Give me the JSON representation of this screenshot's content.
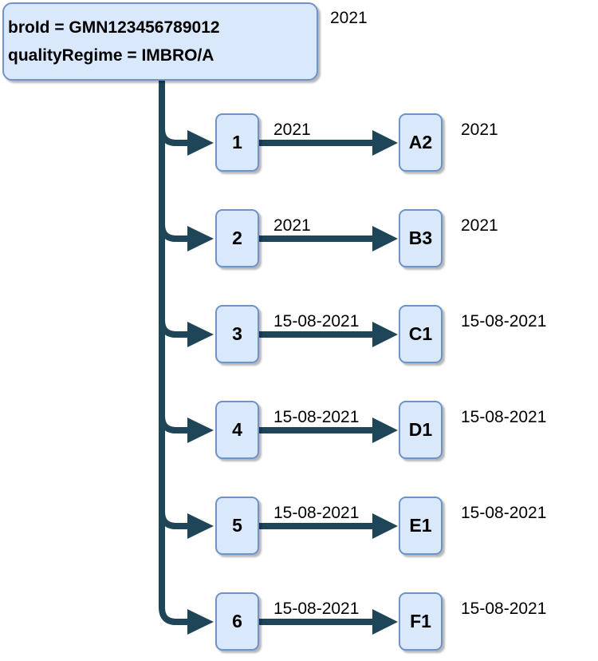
{
  "diagram": {
    "root": {
      "line1": "broId = GMN123456789012",
      "line2": "qualityRegime = IMBRO/A",
      "year_label": "2021"
    },
    "rows": [
      {
        "id": "1",
        "edge_label": "2021",
        "target": "A2",
        "target_label": "2021"
      },
      {
        "id": "2",
        "edge_label": "2021",
        "target": "B3",
        "target_label": "2021"
      },
      {
        "id": "3",
        "edge_label": "15-08-2021",
        "target": "C1",
        "target_label": "15-08-2021"
      },
      {
        "id": "4",
        "edge_label": "15-08-2021",
        "target": "D1",
        "target_label": "15-08-2021"
      },
      {
        "id": "5",
        "edge_label": "15-08-2021",
        "target": "E1",
        "target_label": "15-08-2021"
      },
      {
        "id": "6",
        "edge_label": "15-08-2021",
        "target": "F1",
        "target_label": "15-08-2021"
      }
    ],
    "colors": {
      "connector": "#1f4558",
      "box_fill": "#dae8fc",
      "box_border": "#6e93c8",
      "text": "#000000"
    }
  }
}
